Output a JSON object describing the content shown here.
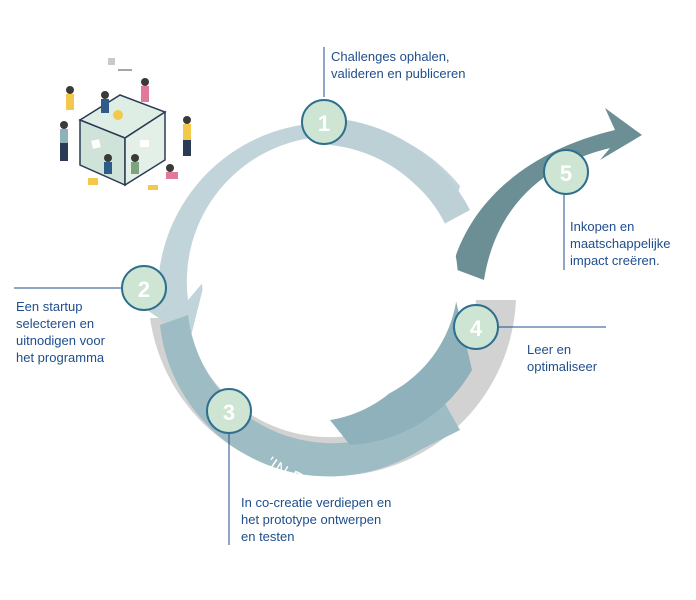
{
  "banner": "'IN RESIDENCE PROGRAMMA'",
  "steps": [
    {
      "number": "1",
      "lines": [
        "Challenges ophalen,",
        "valideren en publiceren"
      ]
    },
    {
      "number": "2",
      "lines": [
        "Een startup",
        "selecteren en",
        "uitnodigen voor",
        "het programma"
      ]
    },
    {
      "number": "3",
      "lines": [
        "In co-creatie verdiepen en",
        "het prototype ontwerpen",
        "en testen"
      ]
    },
    {
      "number": "4",
      "lines": [
        "Leer en",
        "optimaliseer"
      ]
    },
    {
      "number": "5",
      "lines": [
        "Inkopen en",
        "maatschappelijke",
        "impact creëren."
      ]
    }
  ],
  "colors": {
    "text": "#1f4e8c",
    "badge_fill": "#cfe5d3",
    "badge_stroke": "#2e6f8e",
    "ring_light": "#bfd2d8",
    "ring_mid": "#8fb1bb",
    "ring_dark": "#6c8f95",
    "outer_band": "#d2d2d2"
  },
  "illustration": "team-building-cube-illustration"
}
